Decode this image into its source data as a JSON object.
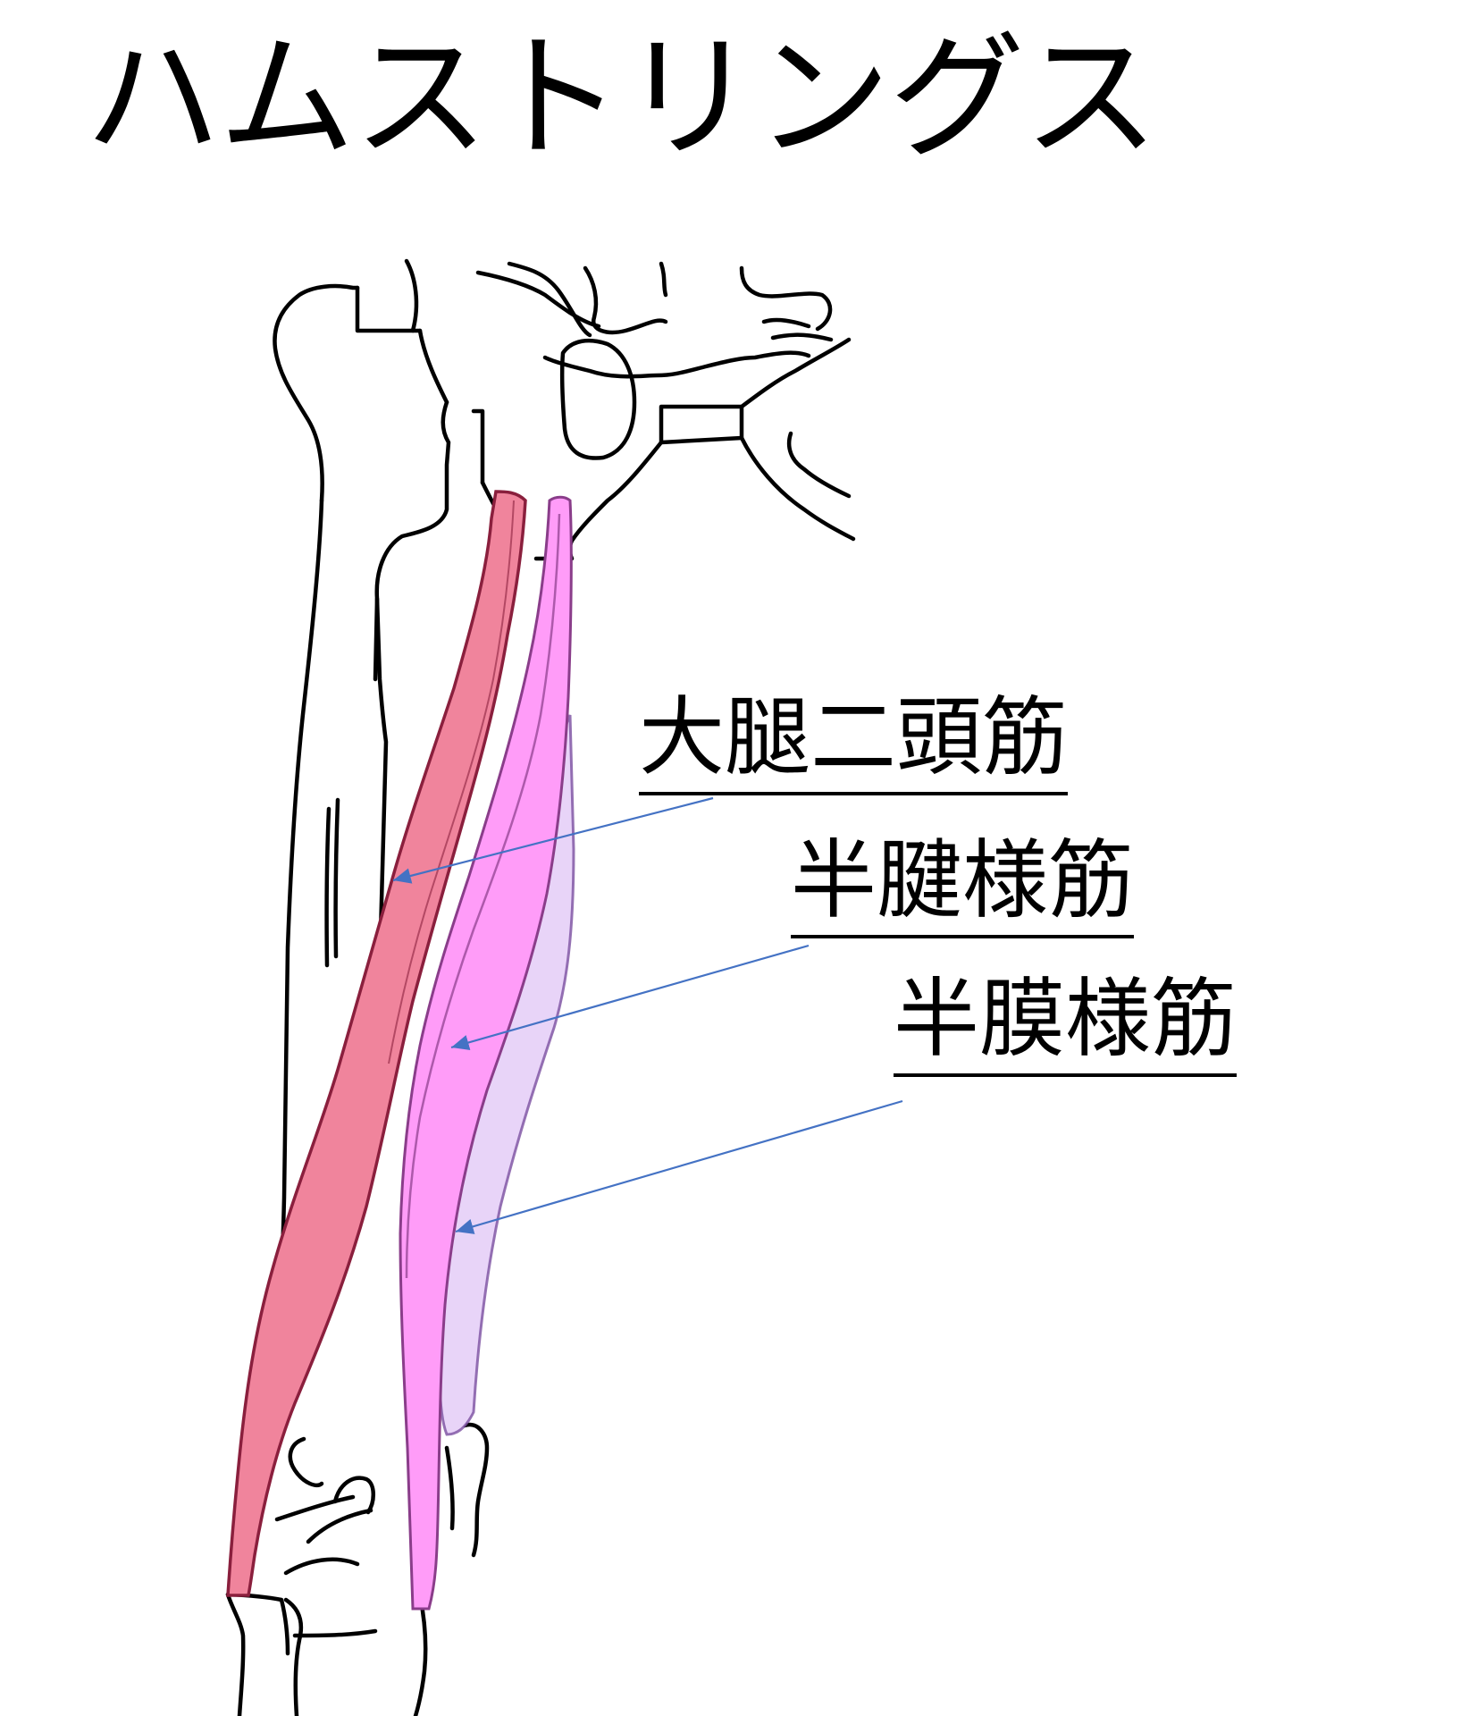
{
  "title": "ハムストリングス",
  "labels": {
    "biceps_femoris": "大腿二頭筋",
    "semitendinosus": "半腱様筋",
    "semimembranosus": "半膜様筋"
  },
  "colors": {
    "biceps_femoris": "#f0849c",
    "semitendinosus": "#ff9cf8",
    "semimembranosus": "#e8d4f8",
    "arrow": "#4472c4",
    "outline": "#000000"
  }
}
